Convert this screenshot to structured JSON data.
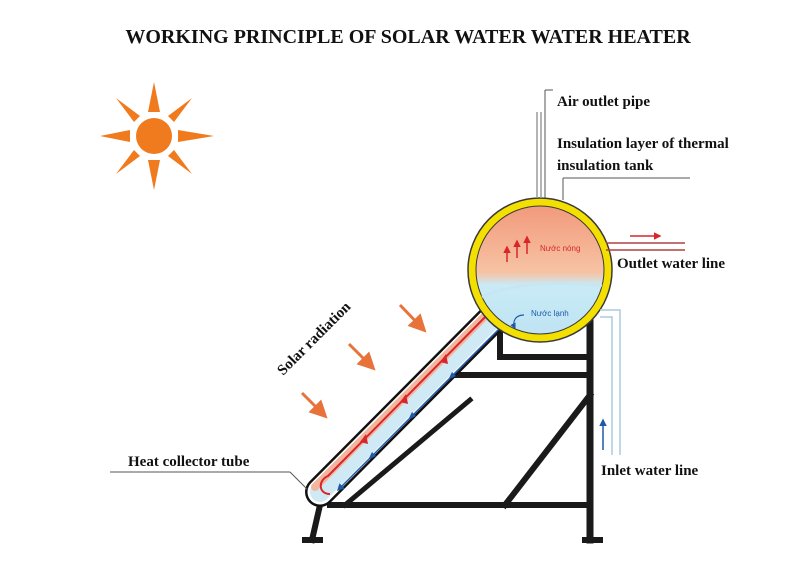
{
  "title": "WORKING PRINCIPLE OF SOLAR WATER WATER HEATER",
  "labels": {
    "air_outlet_pipe": "Air outlet pipe",
    "insulation_line1": "Insulation layer of thermal",
    "insulation_line2": "insulation tank",
    "outlet_water_line": "Outlet water line",
    "inlet_water_line": "Inlet water line",
    "solar_radiation": "Solar radiation",
    "heat_collector_tube": "Heat collector tube",
    "hot_water": "Nước nóng",
    "cold_water": "Nước lạnh"
  },
  "colors": {
    "sun": "#f07a1e",
    "radiation_arrow": "#e8733a",
    "tank_ring": "#f4e000",
    "hot_water": "#f0a08a",
    "cold_water": "#bfe6f5",
    "hot_arrow": "#d8262a",
    "cold_arrow": "#1e5aa8",
    "frame": "#1a1a1a"
  },
  "icons": [
    "sun-icon"
  ]
}
